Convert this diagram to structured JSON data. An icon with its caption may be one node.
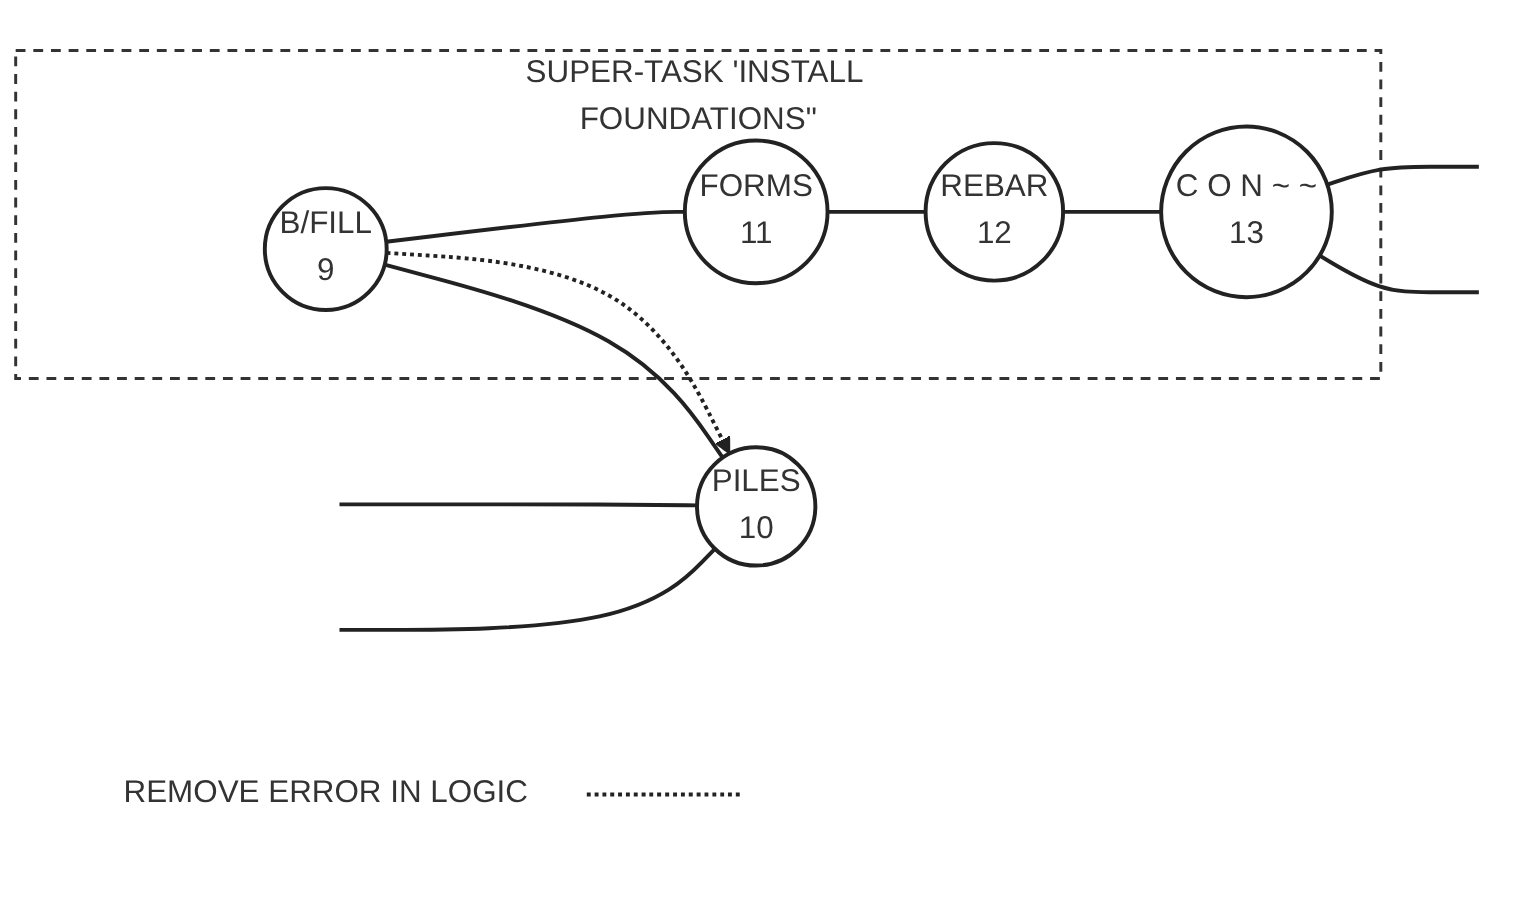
{
  "diagram": {
    "nodes": [
      {
        "text": [
          "REMOVE ERROR IN LOGIC"
        ]
      },
      {
        "text": [
          "SUPER-TASK 'INSTALL FOUNDATIONS\""
        ]
      },
      {
        "text": [
          "PILES",
          "10"
        ]
      },
      {
        "text": [
          "B/FILL",
          "9"
        ],
        "in": 1
      },
      {
        "text": [
          "FORMS",
          "11"
        ],
        "in": 1
      },
      {
        "text": [
          "REBAR",
          "12"
        ],
        "in": 1
      },
      {
        "text": [
          "C O N ~ ~",
          "13"
        ],
        "in": 1
      }
    ],
    "edges": [
      {
        "from": null,
        "to": 2,
        "arrow": "none"
      },
      {
        "from": null,
        "to": 2,
        "arrow": "none"
      },
      {
        "from": 2,
        "to": 3,
        "arrow": "none"
      },
      {
        "from": 3,
        "to": 4,
        "arrow": "none"
      },
      {
        "from": 4,
        "to": 5,
        "arrow": "none"
      },
      {
        "from": 5,
        "to": 6,
        "arrow": "none"
      },
      {
        "from": 6,
        "to": null,
        "arrow": "none"
      },
      {
        "from": 6,
        "to": null,
        "arrow": "none"
      },
      {
        "from": 3,
        "to": 2,
        "arrow": "to",
        "style": "dashed"
      },
      {
        "from": 0,
        "to": null,
        "arrow": "none",
        "style": "dashed"
      }
    ]
  }
}
